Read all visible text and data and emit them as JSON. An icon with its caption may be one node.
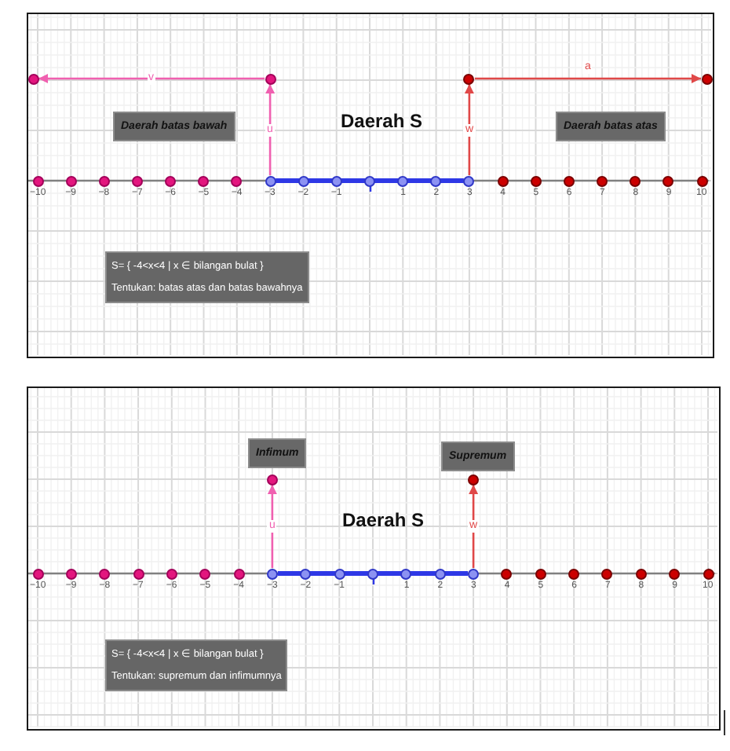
{
  "diagram": {
    "nodes": [
      {
        "text": [],
        "shape": "box"
      },
      {
        "text": [],
        "shape": "circle",
        "in": 0
      },
      {
        "text": [],
        "shape": "circle",
        "in": 0
      },
      {
        "text": [],
        "shape": "circle",
        "in": 0
      },
      {
        "text": [],
        "shape": "circle",
        "in": 0
      },
      {
        "text": [
          "Daerah batas bawah"
        ],
        "in": 0
      },
      {
        "text": [
          "Daerah batas atas"
        ],
        "in": 0
      },
      {
        "text": [],
        "shape": "circle",
        "in": 0
      },
      {
        "text": [],
        "shape": "circle",
        "in": 0
      },
      {
        "text": [
          "S= { -4<x<4 | x ∈ bilangan bulat }",
          "Tentukan: batas atas dan batas bawahnya"
        ],
        "in": 0
      },
      {
        "text": [],
        "shape": "box"
      },
      {
        "text": [
          "Infimum"
        ],
        "in": 10
      },
      {
        "text": [
          "Supremum"
        ],
        "in": 10
      },
      {
        "text": [],
        "shape": "circle",
        "in": 10
      },
      {
        "text": [],
        "shape": "circle",
        "in": 10
      },
      {
        "text": [],
        "shape": "circle",
        "in": 10
      },
      {
        "text": [],
        "shape": "circle",
        "in": 10
      },
      {
        "text": [
          "S= { -4<x<4 | x ∈ bilangan bulat }",
          "Tentukan: supremum dan infimumnya"
        ],
        "in": 10
      }
    ],
    "edges": [
      {
        "from": 2,
        "to": 1,
        "arrow": "to",
        "label": "v",
        "color": "#f060b0"
      },
      {
        "from": 7,
        "to": 2,
        "arrow": "to",
        "label": "u",
        "color": "#f060b0"
      },
      {
        "from": 8,
        "to": 3,
        "arrow": "to",
        "label": "w",
        "color": "#e04848"
      },
      {
        "from": 3,
        "to": 4,
        "arrow": "to",
        "label": "a",
        "color": "#e04848"
      },
      {
        "from": 7,
        "to": 8,
        "arrow": "none",
        "style": "thick",
        "color": "#2e38e6"
      },
      {
        "from": 15,
        "to": 13,
        "arrow": "to",
        "label": "u",
        "color": "#f060b0"
      },
      {
        "from": 16,
        "to": 14,
        "arrow": "to",
        "label": "w",
        "color": "#e04848"
      },
      {
        "from": 15,
        "to": 16,
        "arrow": "none",
        "style": "thick",
        "color": "#2e38e6"
      }
    ],
    "labels": [
      "Daerah S",
      "−10",
      "−9",
      "−8",
      "−7",
      "−6",
      "−5",
      "−4",
      "−3",
      "−2",
      "−1",
      "1",
      "2",
      "3",
      "4",
      "5",
      "6",
      "7",
      "8",
      "9",
      "10",
      "Daerah S",
      "−10",
      "−9",
      "−8",
      "−7",
      "−6",
      "−5",
      "−4",
      "−3",
      "−2",
      "−1",
      "1",
      "2",
      "3",
      "4",
      "5",
      "6",
      "7",
      "8",
      "9",
      "10"
    ]
  }
}
